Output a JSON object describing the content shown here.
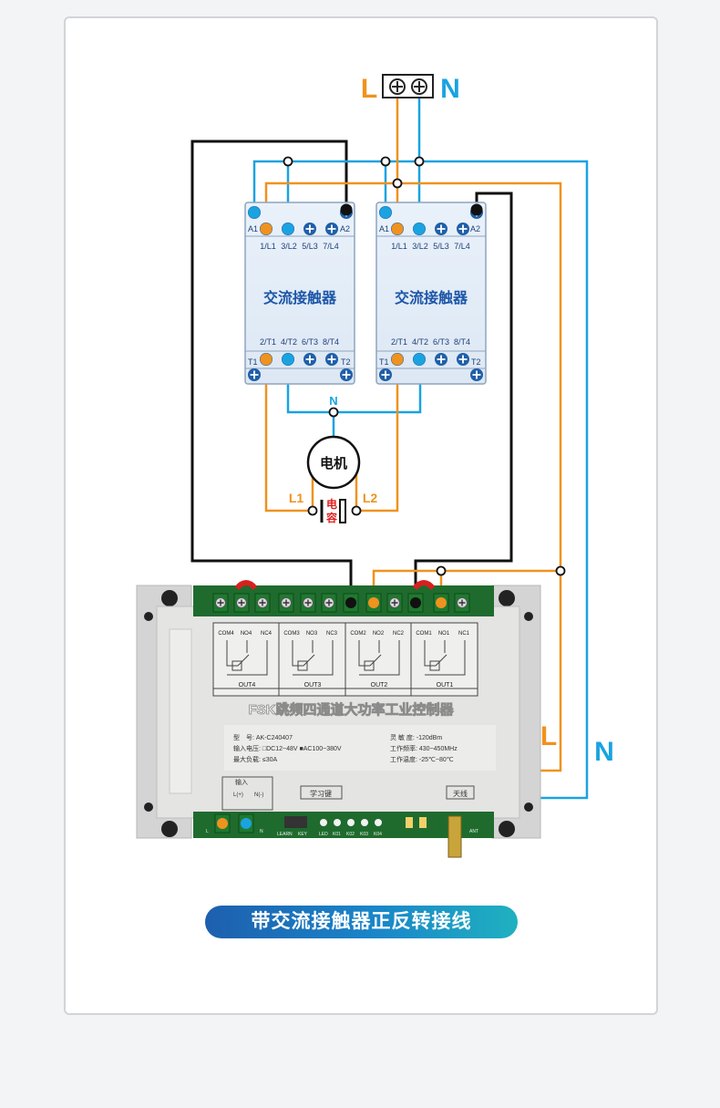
{
  "power": {
    "l": "L",
    "n": "N"
  },
  "contactor_title": "交流接触器",
  "contactor_labels": {
    "coil_a1": "A1",
    "coil_a2": "A2",
    "top_terms": [
      "1/L1",
      "3/L2",
      "5/L3",
      "7/L4"
    ],
    "bottom_terms": [
      "2/T1",
      "4/T2",
      "6/T3",
      "8/T4"
    ],
    "aux_t1": "T1",
    "aux_t2": "T2"
  },
  "motor": {
    "label": "电机",
    "neutral": "N",
    "l1": "L1",
    "l2": "L2",
    "capacitor": [
      "电",
      "容"
    ]
  },
  "side_labels": {
    "l": "L",
    "n": "N"
  },
  "controller": {
    "title": "FSK跳频四通道大功率工业控制器",
    "channels": [
      {
        "name": "OUT4",
        "terms": [
          "COM4",
          "NO4",
          "NC4"
        ]
      },
      {
        "name": "OUT3",
        "terms": [
          "COM3",
          "NO3",
          "NC3"
        ]
      },
      {
        "name": "OUT2",
        "terms": [
          "COM2",
          "NO2",
          "NC2"
        ]
      },
      {
        "name": "OUT1",
        "terms": [
          "COM1",
          "NO1",
          "NC1"
        ]
      }
    ],
    "specs_left": [
      "型　号: AK-C240407",
      "输入电压: □DC12~48V ■AC100~380V",
      "最大负载: ≤30A"
    ],
    "specs_right": [
      "灵 敏 度: -120dBm",
      "工作频率: 430~450MHz",
      "工作温度: -25℃~80℃"
    ],
    "input_label": "输入",
    "input_terms": [
      "L(+)",
      "N(-)"
    ],
    "learn_key": "学习键",
    "antenna_label": "天线",
    "bottom_labels": [
      "L",
      "N",
      "LEARN",
      "KEY",
      "LED",
      "K01",
      "K02",
      "K03",
      "K04",
      "ANT"
    ]
  },
  "caption": "带交流接触器正反转接线",
  "colors": {
    "live": "#f0921e",
    "neutral": "#1aa3e0",
    "control": "#111111"
  }
}
